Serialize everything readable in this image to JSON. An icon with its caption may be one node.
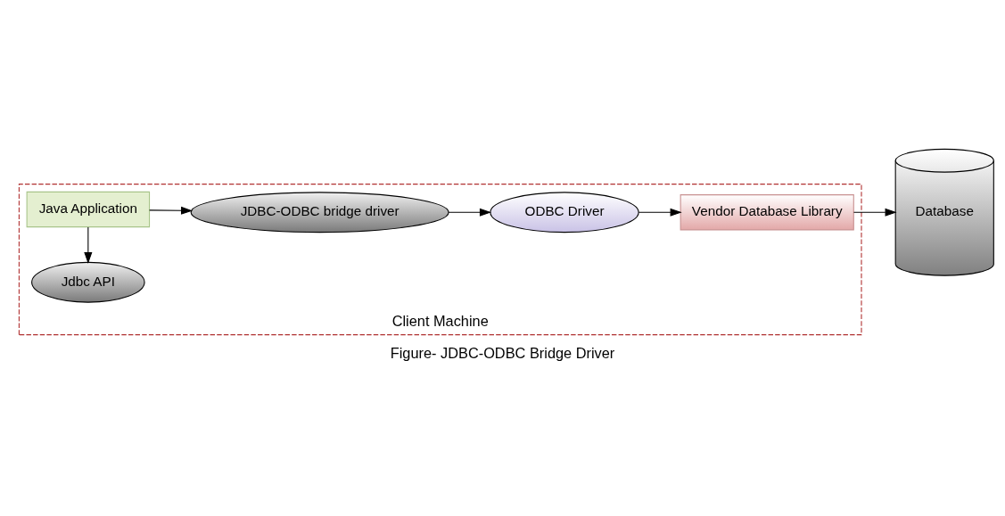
{
  "diagram": {
    "caption": "Figure- JDBC-ODBC Bridge Driver",
    "nodes": [
      {
        "text": [
          "Client Machine"
        ]
      },
      {
        "text": [
          "Jdbc API"
        ],
        "in": 0
      },
      {
        "text": [
          "Java Application"
        ],
        "in": 0
      },
      {
        "text": [
          "JDBC-ODBC bridge driver"
        ],
        "in": 0
      },
      {
        "text": [
          "ODBC Driver"
        ],
        "in": 0
      },
      {
        "text": [
          "Vendor Database Library"
        ],
        "in": 0
      },
      {
        "text": [
          "Database"
        ]
      }
    ],
    "edges": [
      {
        "from": 2,
        "to": 1,
        "arrow": "to"
      },
      {
        "from": 2,
        "to": 3,
        "arrow": "to"
      },
      {
        "from": 3,
        "to": 4,
        "arrow": "to"
      },
      {
        "from": 4,
        "to": 5,
        "arrow": "to"
      },
      {
        "from": 5,
        "to": 6,
        "arrow": "to"
      }
    ]
  }
}
